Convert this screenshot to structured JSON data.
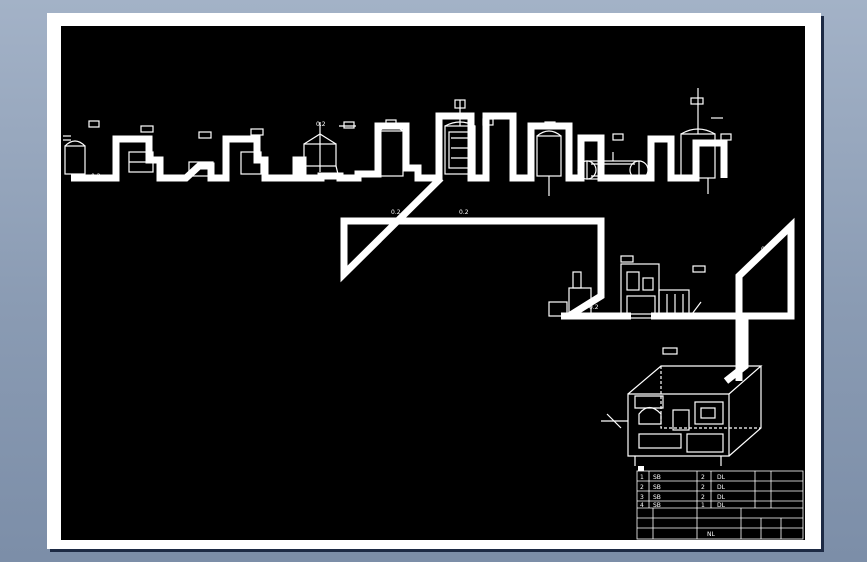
{
  "drawing": {
    "background": "#000000",
    "stroke_color": "#ffffff",
    "pipe_labels": [
      "0.2",
      "0.2",
      "0.2",
      "0.2",
      "0.2",
      "0.2",
      "0.2"
    ]
  },
  "title_block": {
    "rows": [
      [
        "1",
        "SB",
        "2",
        "DL"
      ],
      [
        "2",
        "SB",
        "2",
        "DL"
      ],
      [
        "3",
        "SB",
        "2",
        "DL"
      ],
      [
        "4",
        "SB",
        "1",
        "DL"
      ]
    ],
    "drawing_no": "NL"
  }
}
